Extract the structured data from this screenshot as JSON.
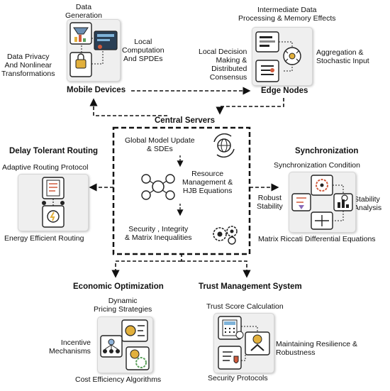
{
  "center": {
    "title": "Central Servers",
    "item1": "Global Model Update\n& SDEs",
    "item2": "Resource\nManagement &\nHJB Equations",
    "item3": "Security , Integrity\n& Matrix Inequalities"
  },
  "mobile": {
    "title": "Mobile Devices",
    "data_generation": "Data\nGeneration",
    "local_computation": "Local\nComputation\nAnd SPDEs",
    "privacy": "Data Privacy\nAnd Nonlinear\nTransformations"
  },
  "edge": {
    "title": "Edge Nodes",
    "intermediate": "Intermediate Data\nProcessing & Memory Effects",
    "local_decision": "Local Decision\nMaking &\nDistributed\nConsensus",
    "aggregation": "Aggregation &\nStochastic Input"
  },
  "delay": {
    "title": "Delay Tolerant Routing",
    "adaptive": "Adaptive Routing Protocol",
    "energy": "Energy Efficient Routing"
  },
  "sync": {
    "title": "Synchronization",
    "condition": "Synchronization Condition",
    "robust": "Robust\nStability",
    "stability": "Stability\nAnalysis",
    "riccati": "Matrix Riccati Differential Equations"
  },
  "econ": {
    "title": "Economic Optimization",
    "dynamic": "Dynamic\nPricing Strategies",
    "incentive": "Incentive\nMechanisms",
    "cost": "Cost Efficiency Algorithms"
  },
  "trust": {
    "title": "Trust Management System",
    "score": "Trust Score Calculation",
    "resilience": "Maintaining Resilience &\nRobustness",
    "security": "Security Protocols"
  }
}
